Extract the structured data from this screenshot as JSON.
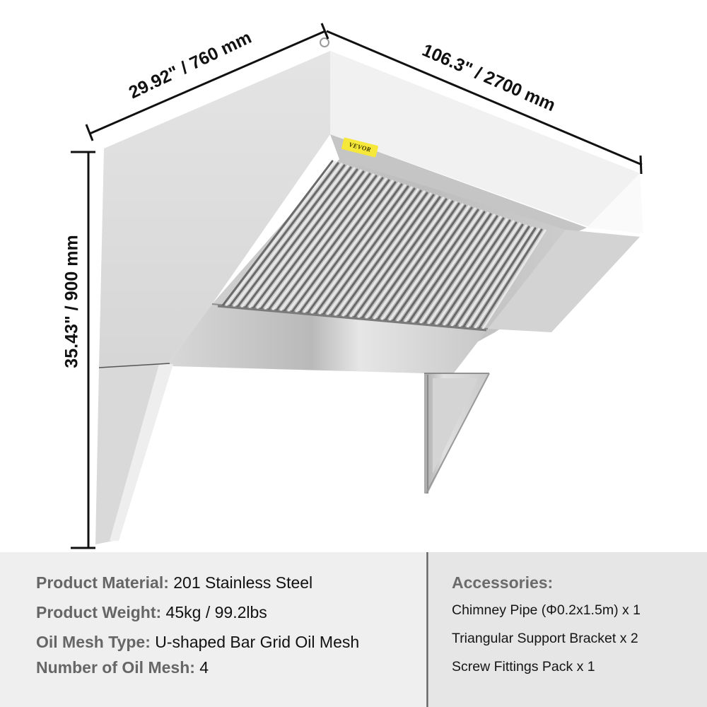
{
  "product": {
    "brand_label": "VEVOR",
    "dimensions": {
      "depth": "29.92\" / 760 mm",
      "width": "106.3\" / 2700 mm",
      "height": "35.43\" / 900 mm"
    },
    "filter_bar_count_visible": 34
  },
  "specs": {
    "material": {
      "key": "Product Material:",
      "value": " 201 Stainless Steel"
    },
    "weight": {
      "key": "Product Weight:",
      "value": " 45kg / 99.2lbs"
    },
    "mesh_type": {
      "key": "Oil Mesh Type:",
      "value": " U-shaped Bar Grid Oil Mesh"
    },
    "mesh_count": {
      "key": "Number of Oil Mesh:",
      "value": " 4"
    }
  },
  "accessories": {
    "title": "Accessories:",
    "items": [
      "Chimney Pipe (Φ0.2x1.5m) x 1",
      "Triangular Support Bracket x 2",
      "Screw Fittings Pack x 1"
    ]
  },
  "colors": {
    "background": "#ffffff",
    "spec_left_bg": "#efefef",
    "spec_right_bg": "#e6e6e6",
    "spec_key": "#666666",
    "spec_value": "#111111",
    "brand_tag": "#f5e83a",
    "dimension_line": "#111111"
  }
}
